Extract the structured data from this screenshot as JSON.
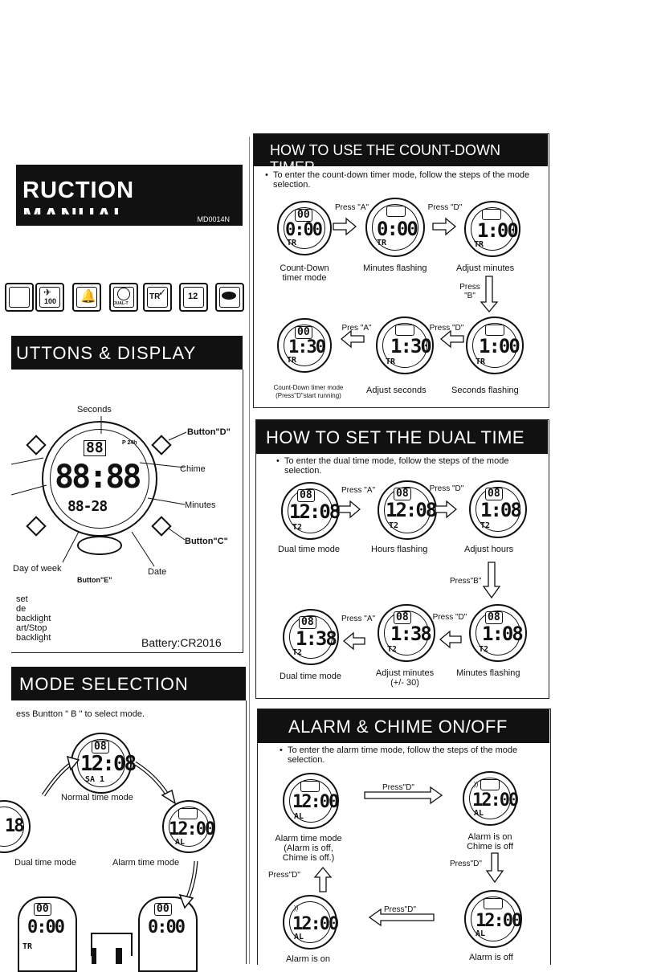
{
  "manual": {
    "title": "RUCTION MANUAL",
    "model": "MD0014N",
    "icons": [
      "light-icon",
      "water-100-icon",
      "alarm-bell-icon",
      "dual-time-icon",
      "timer-tr-icon",
      "calendar-icon",
      "battery-icon"
    ],
    "icon_text": {
      "water": "100",
      "dual": "DUAL-T",
      "timer": "TR",
      "cal": "12"
    }
  },
  "buttons_display": {
    "title": "UTTONS & DISPLAY",
    "labels": {
      "seconds": "Seconds",
      "button_d": "Button\"D\"",
      "chime": "Chime",
      "minutes": "Minutes",
      "button_c": "Button\"C\"",
      "day_of_week": "Day of week",
      "date": "Date",
      "button_e": "Button\"E\""
    },
    "watch": {
      "top": "88",
      "main": "88:88",
      "sub": "88-28",
      "ampm": "P 24h"
    },
    "functions": [
      "set",
      "de",
      "backlight",
      "art/Stop",
      "backlight"
    ],
    "battery": "Battery:CR2016"
  },
  "mode_selection": {
    "title": "MODE SELECTION",
    "instruction": "ess Buntton \" B \" to select mode.",
    "normal": {
      "top": "08",
      "main": "12:08",
      "sub": "SA   1",
      "label": "Normal time mode"
    },
    "alarm": {
      "main": "12:00",
      "sub": "AL",
      "label": "Alarm time mode"
    },
    "dual": {
      "main": "18",
      "label": "Dual  time mode"
    },
    "bottom_left": {
      "top": "00",
      "main": "0:00",
      "sub": "TR"
    },
    "bottom_right": {
      "top": "00",
      "main": "0:00"
    }
  },
  "countdown": {
    "title": "HOW TO USE THE COUNT-DOWN TIMER",
    "bullet": "To enter the count-down timer mode, follow the steps of the mode selection.",
    "row1": [
      {
        "top": "00",
        "main": "0:00",
        "sub": "TR",
        "label": "Count-Down timer mode"
      },
      {
        "main": "0:00",
        "sub": "TR",
        "label": "Minutes flashing"
      },
      {
        "main": "1:00",
        "sub": "TR",
        "label": "Adjust minutes"
      }
    ],
    "row2": [
      {
        "top": "00",
        "main": "1:30",
        "sub": "TR",
        "label": "Count-Down timer mode",
        "label2": "(Press\"D\"start running)"
      },
      {
        "main": "1:30",
        "sub": "TR",
        "label": "Adjust seconds"
      },
      {
        "main": "1:00",
        "sub": "TR",
        "label": "Seconds flashing"
      }
    ],
    "press_a": "Press \"A\"",
    "press_d": "Press \"D\"",
    "press_b": "Press \"B\"",
    "pres_a": "Pres \"A\"",
    "press_d2": "Press \"D\""
  },
  "dual_time": {
    "title": "HOW TO SET THE DUAL TIME",
    "bullet": "To enter the dual time mode, follow the steps of the mode selection.",
    "row1": [
      {
        "top": "08",
        "main": "12:08",
        "sub": "T2",
        "label": "Dual time mode"
      },
      {
        "top": "08",
        "main": "12:08",
        "sub": "T2",
        "label": "Hours flashing"
      },
      {
        "top": "08",
        "main": "1:08",
        "sub": "T2",
        "label": "Adjust hours"
      }
    ],
    "row2": [
      {
        "top": "08",
        "main": "1:38",
        "sub": "T2",
        "label": "Dual time mode"
      },
      {
        "top": "08",
        "main": "1:38",
        "sub": "T2",
        "label": "Adjust minutes",
        "label2": "(+/- 30)"
      },
      {
        "top": "08",
        "main": "1:08",
        "sub": "T2",
        "label": "Minutes flashing"
      }
    ],
    "press_a": "Press \"A\"",
    "press_d": "Press \"D\"",
    "press_b": "Press\"B\""
  },
  "alarm_chime": {
    "title": "ALARM & CHIME ON/OFF",
    "bullet": "To enter the alarm time mode, follow the steps of the mode selection.",
    "w1": {
      "main": "12:00",
      "sub": "AL",
      "label": "Alarm time mode",
      "label2": "(Alarm is off,",
      "label3": "Chime is off.)"
    },
    "w2": {
      "main": "12:00",
      "sub": "AL",
      "label": "Alarm is on",
      "label2": "Chime is off"
    },
    "w3": {
      "main": "12:00",
      "sub": "AL",
      "label": "Alarm is on"
    },
    "w4": {
      "main": "12:00",
      "sub": "AL",
      "label": "Alarm is off"
    },
    "press_d": "Press\"D\"",
    "press_d_short": "Press\"D\""
  }
}
